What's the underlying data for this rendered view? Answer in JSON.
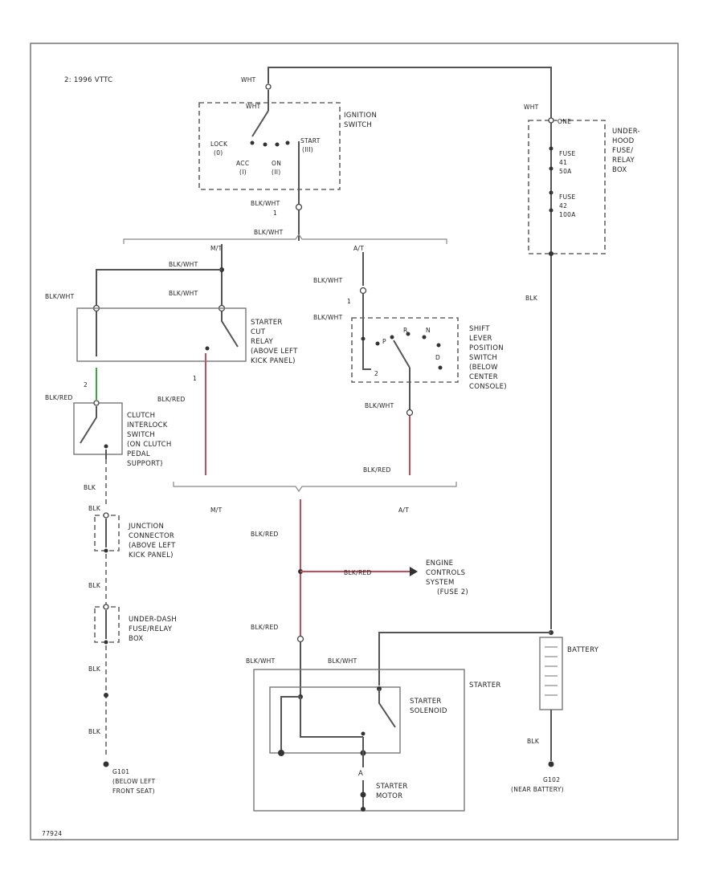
{
  "header": {
    "title": "2: 1996 VTTC"
  },
  "footer": {
    "code": "77924"
  },
  "ignition_switch": {
    "fuse_wire": "WHT",
    "pos_wht": "WHT",
    "name_line1": "IGNITION",
    "name_line2": "SWITCH",
    "lock": "LOCK",
    "lock_num": "(0)",
    "acc": "ACC",
    "acc_num": "(I)",
    "on": "ON",
    "on_num": "(II)",
    "start": "START",
    "start_num": "(III)",
    "out_wire": "BLK/WHT",
    "pin": "1",
    "bus_wire": "BLK/WHT"
  },
  "fuse_box": {
    "wire_top": "WHT",
    "label_top": "ONE",
    "fuse1": "FUSE",
    "fuse1_num": "41",
    "fuse1_amp": "50A",
    "fuse2": "FUSE",
    "fuse2_num": "42",
    "fuse2_amp": "100A",
    "name_line1": "UNDER-",
    "name_line2": "HOOD",
    "name_line3": "FUSE/",
    "name_line4": "RELAY",
    "name_line5": "BOX",
    "out_wire": "BLK"
  },
  "branches": {
    "mt": "M/T",
    "at": "A/T",
    "mt2": "M/T",
    "at2": "A/T"
  },
  "starter_cut_relay": {
    "wire_a": "BLK/WHT",
    "wire_b": "BLK/WHT",
    "wire_left": "BLK/WHT",
    "name_line1": "STARTER",
    "name_line2": "CUT",
    "name_line3": "RELAY",
    "name_line4": "(ABOVE LEFT",
    "name_line5": "KICK PANEL)",
    "pin": "1",
    "out_wire": "BLK/RED"
  },
  "clutch_switch": {
    "pin": "2",
    "in_wire": "BLK/RED",
    "name_line1": "CLUTCH",
    "name_line2": "INTERLOCK",
    "name_line3": "SWITCH",
    "name_line4": "(ON CLUTCH",
    "name_line5": "PEDAL",
    "name_line6": "SUPPORT)",
    "out_wire": "BLK"
  },
  "shift_switch": {
    "in_wire": "BLK/WHT",
    "pin": "1",
    "wire_inside": "BLK/WHT",
    "pos_r": "R",
    "pos_p": "P",
    "pos_n": "N",
    "pos_d": "D",
    "pos_2": "2",
    "name_line1": "SHIFT",
    "name_line2": "LEVER",
    "name_line3": "POSITION",
    "name_line4": "SWITCH",
    "name_line5": "(BELOW",
    "name_line6": "CENTER",
    "name_line7": "CONSOLE)",
    "out_wire": "BLK/WHT",
    "red_wire": "BLK/RED"
  },
  "junction": {
    "wire_in": "BLK",
    "name_line1": "JUNCTION",
    "name_line2": "CONNECTOR",
    "name_line3": "(ABOVE LEFT",
    "name_line4": "KICK PANEL)",
    "wire_out": "BLK"
  },
  "underdash": {
    "name_line1": "UNDER-DASH",
    "name_line2": "FUSE/RELAY",
    "name_line3": "BOX",
    "wire_out": "BLK",
    "wire_g": "BLK"
  },
  "grounds": {
    "g1_line1": "G101",
    "g1_line2": "(BELOW LEFT",
    "g1_line3": "FRONT SEAT)",
    "g2_line1": "G102",
    "g2_line2": "(NEAR BATTERY)",
    "g2_wire": "BLK"
  },
  "engine_controls": {
    "wire_trunk": "BLK/RED",
    "wire_branch": "BLK/RED",
    "name_line1": "ENGINE",
    "name_line2": "CONTROLS",
    "name_line3": "SYSTEM",
    "name_line4": "(FUSE 2)",
    "wire_lower": "BLK/RED"
  },
  "battery": {
    "name": "BATTERY"
  },
  "starter": {
    "wire_left": "BLK/WHT",
    "wire_right": "BLK/WHT",
    "name": "STARTER",
    "solenoid_line1": "STARTER",
    "solenoid_line2": "SOLENOID",
    "motor_line1": "STARTER",
    "motor_line2": "MOTOR",
    "motor_letter": "A"
  }
}
